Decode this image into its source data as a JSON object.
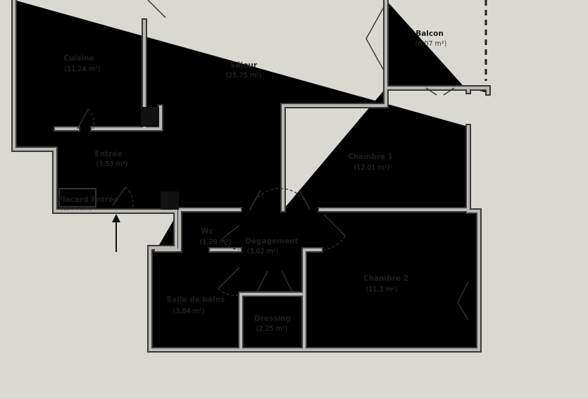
{
  "rooms": [
    {
      "name": "Cuisine",
      "area": "(11,24 m²)"
    },
    {
      "name": "Séjour",
      "area": "(25,75 m²)"
    },
    {
      "name": "Balcon",
      "area": "(6,07 m²)"
    },
    {
      "name": "Entrée",
      "area": "(3,53 m²)"
    },
    {
      "name": "Placard Entrée",
      "area": "(0,44 m²)"
    },
    {
      "name": "Chambre 1",
      "area": "(12,01 m²)"
    },
    {
      "name": "Wc",
      "area": "(1,28 m²)"
    },
    {
      "name": "Dégagement",
      "area": "(3,02 m²)"
    },
    {
      "name": "Chambre 2",
      "area": "(11,3 m²)"
    },
    {
      "name": "Salle de bains",
      "area": "(3,84 m²)"
    },
    {
      "name": "Dressing",
      "area": "(2,25 m²)"
    }
  ],
  "colors": {
    "paper": "#d9d8d3",
    "wall": "#b9b8b4",
    "ink": "#1e1e1e"
  }
}
